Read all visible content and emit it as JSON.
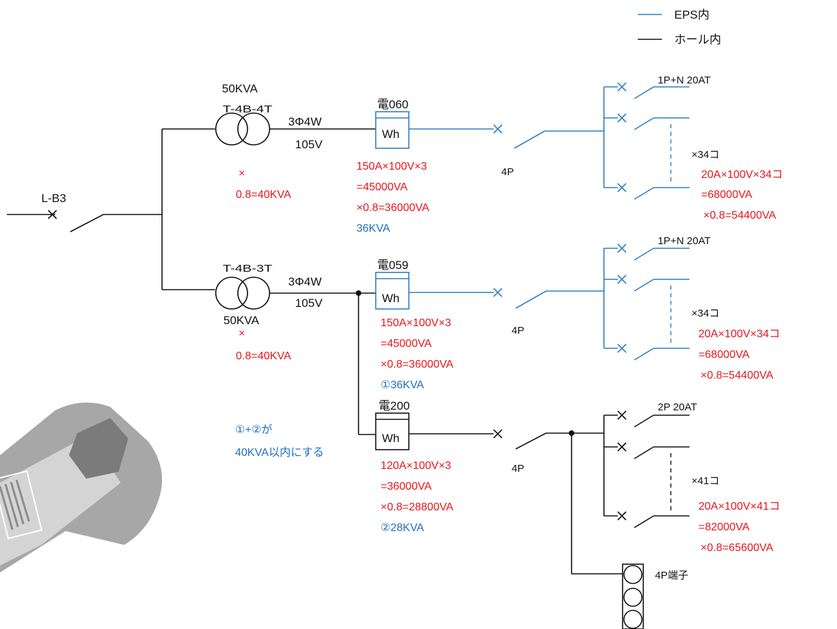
{
  "legend": {
    "eps": {
      "label": "EPS内",
      "color": "#2f7fc2"
    },
    "hall": {
      "label": "ホール内",
      "color": "#111111"
    }
  },
  "main": {
    "label": "L-B3"
  },
  "transformers": [
    {
      "capacity_top": "50KVA",
      "name": "T-4B-4T",
      "wiring": "3Φ4W",
      "voltage": "105V",
      "factor_symbol": "×",
      "factor_value": "0.8=40KVA"
    },
    {
      "name": "T-4B-3T",
      "capacity_bottom": "50KVA",
      "wiring": "3Φ4W",
      "voltage": "105V",
      "factor_symbol": "×",
      "factor_value": "0.8=40KVA"
    }
  ],
  "meters": [
    {
      "id": "電060",
      "symbol": "Wh",
      "calc": [
        "150A×100V×3",
        "=45000VA",
        "×0.8=36000VA"
      ],
      "result": "36KVA",
      "breaker": "4P"
    },
    {
      "id": "電059",
      "symbol": "Wh",
      "calc": [
        "150A×100V×3",
        "=45000VA",
        "×0.8=36000VA"
      ],
      "result": "①36KVA",
      "breaker": "4P"
    },
    {
      "id": "電200",
      "symbol": "Wh",
      "calc": [
        "120A×100V×3",
        "=36000VA",
        "×0.8=28800VA"
      ],
      "result": "②28KVA",
      "breaker": "4P"
    }
  ],
  "branch_groups": [
    {
      "breaker_type": "1P+N 20AT",
      "count": "×34コ",
      "calc": [
        "20A×100V×34コ",
        "=68000VA",
        "×0.8=54400VA"
      ]
    },
    {
      "breaker_type": "1P+N 20AT",
      "count": "×34コ",
      "calc": [
        "20A×100V×34コ",
        "=68000VA",
        "×0.8=54400VA"
      ]
    },
    {
      "breaker_type": "2P 20AT",
      "count": "×41コ",
      "calc": [
        "20A×100V×41コ",
        "=82000VA",
        "×0.8=65600VA"
      ]
    }
  ],
  "note": [
    "①+②が",
    "40KVA以内にする"
  ],
  "terminal": {
    "label": "4P端子"
  },
  "illustration": {
    "icon": "wrench-icon"
  },
  "colors": {
    "red": "#e8151b",
    "blue": "#2f7fc2",
    "black": "#111111"
  }
}
